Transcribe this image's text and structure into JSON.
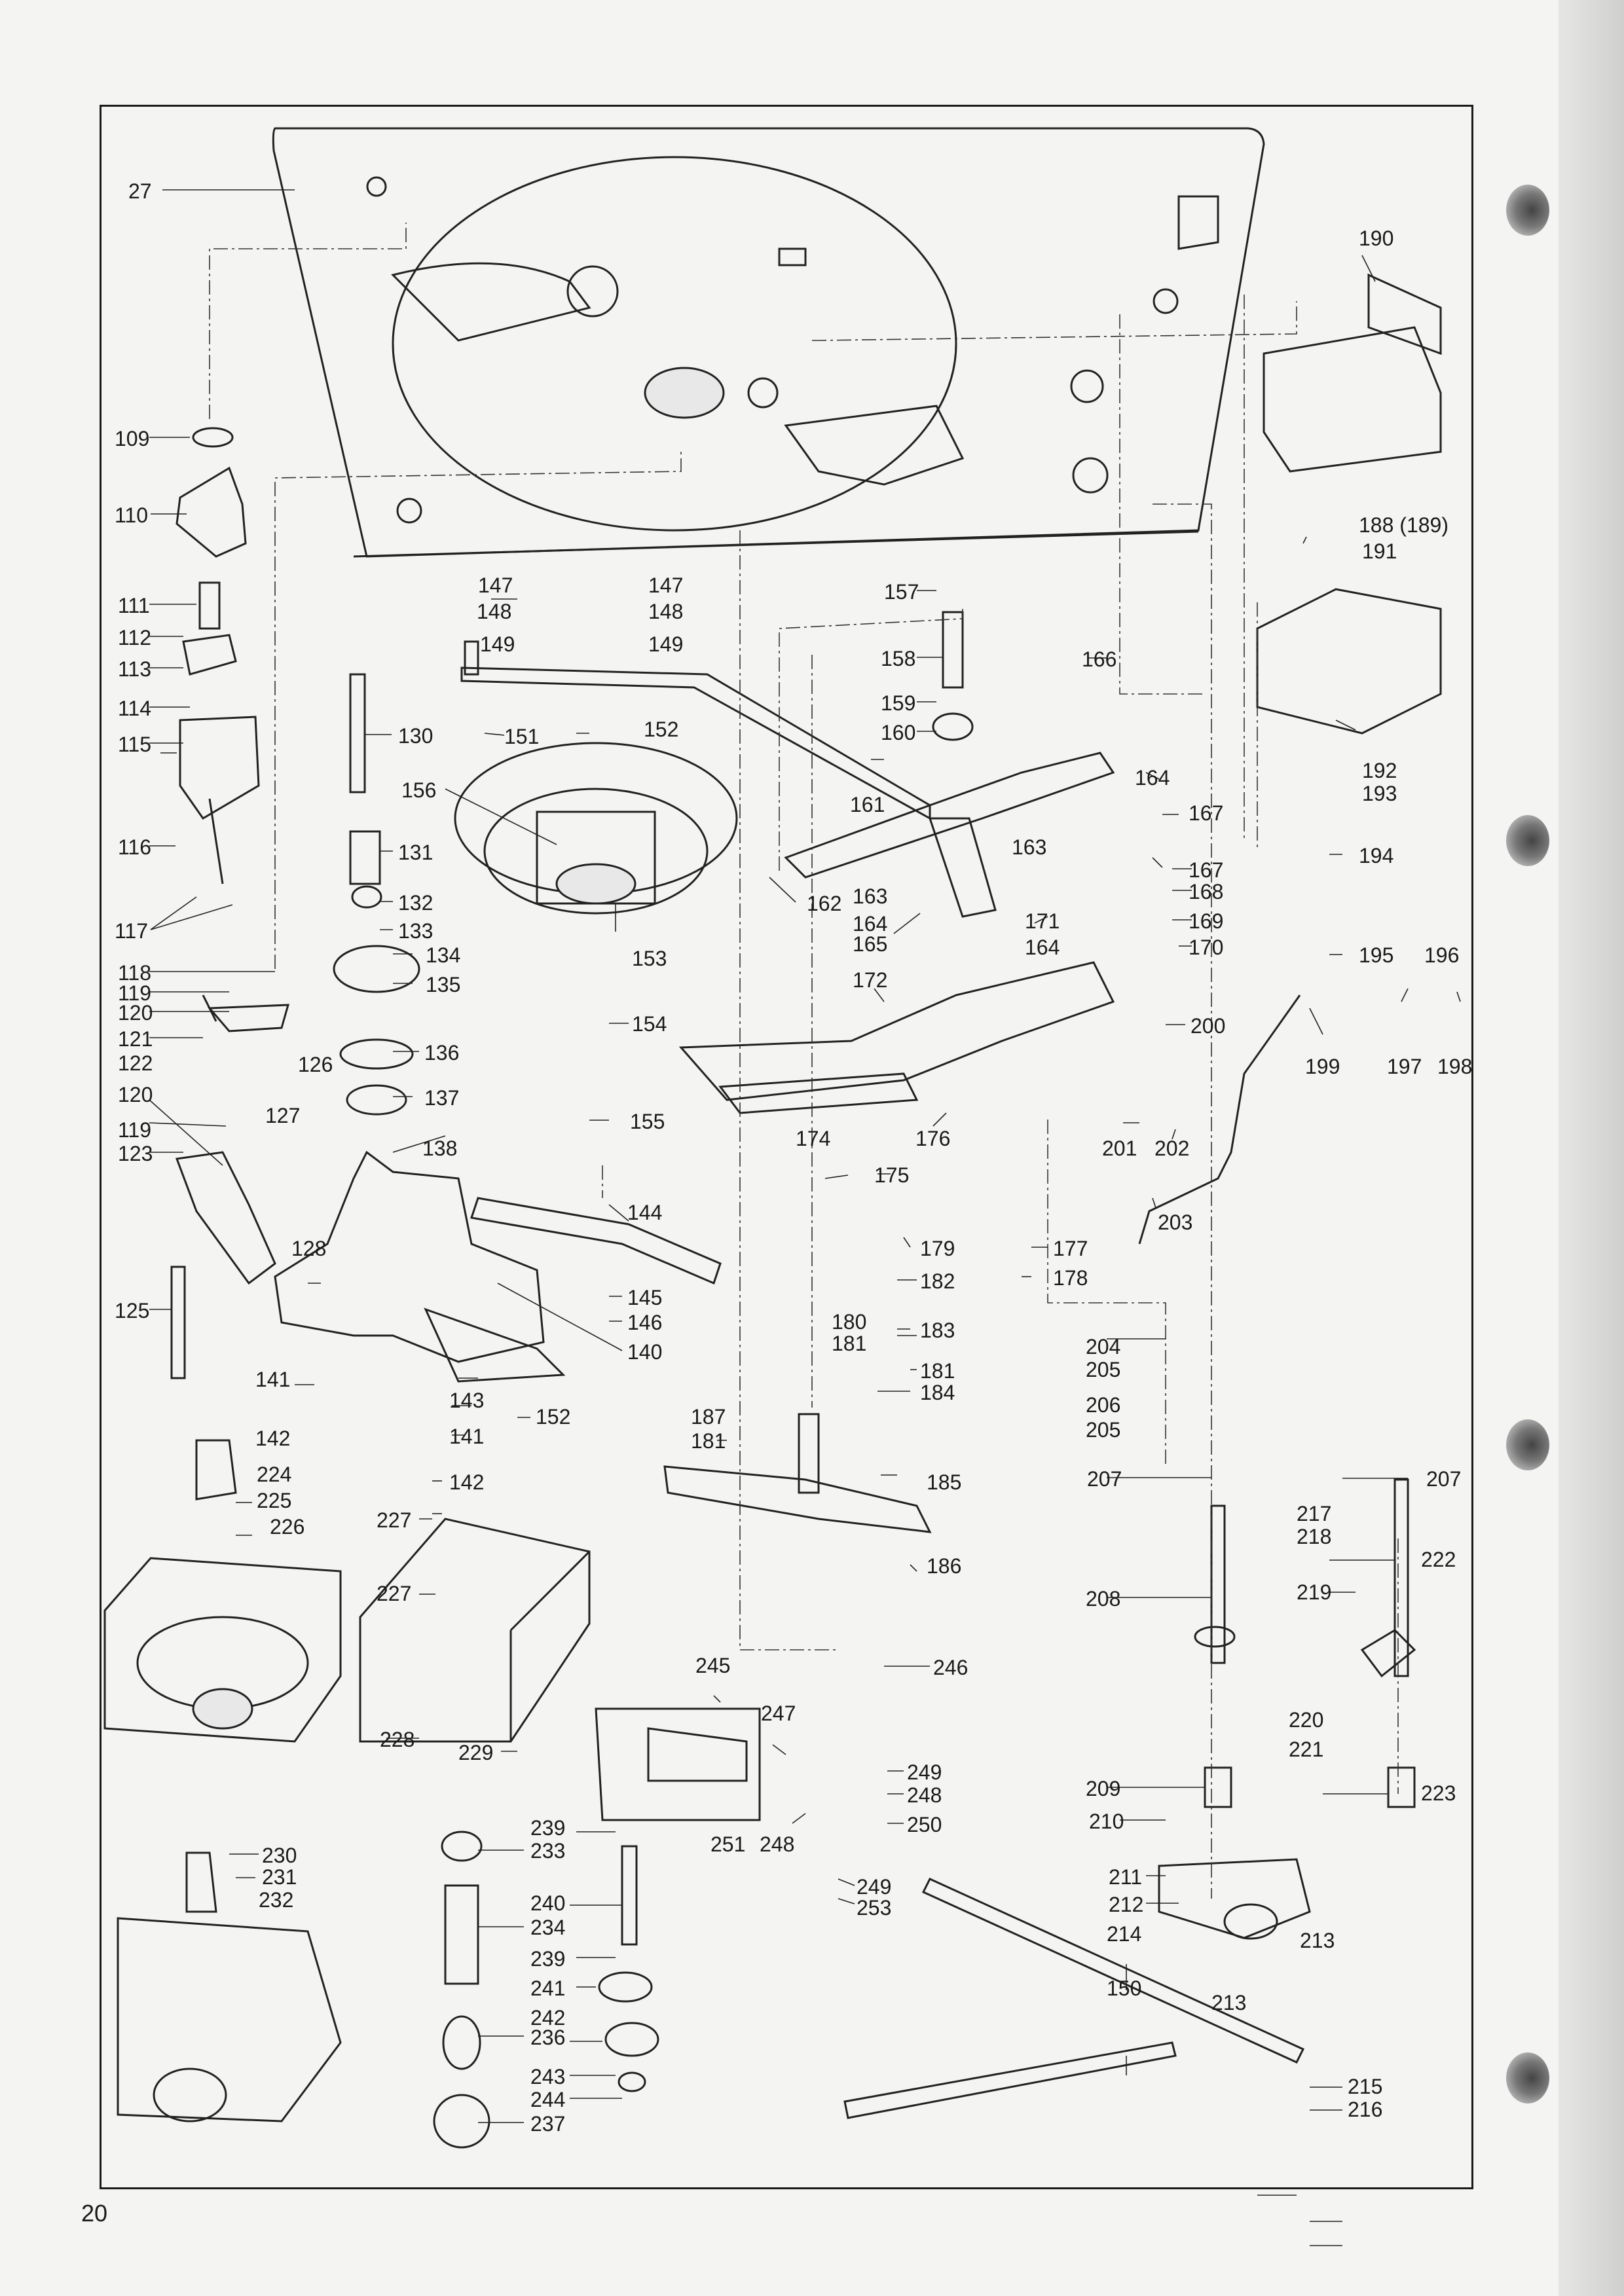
{
  "page_number": "20",
  "labels": [
    "27",
    "109",
    "110",
    "111",
    "112",
    "113",
    "114",
    "115",
    "116",
    "117",
    "118",
    "119",
    "120",
    "121",
    "122",
    "120",
    "119",
    "123",
    "125",
    "126",
    "127",
    "128",
    "130",
    "131",
    "132",
    "133",
    "134",
    "135",
    "136",
    "137",
    "138",
    "140",
    "141",
    "141",
    "142",
    "142",
    "143",
    "144",
    "145",
    "146",
    "147",
    "147",
    "148",
    "148",
    "149",
    "149",
    "150",
    "151",
    "152",
    "152",
    "153",
    "154",
    "155",
    "156",
    "157",
    "158",
    "159",
    "160",
    "161",
    "162",
    "163",
    "163",
    "164",
    "164",
    "164",
    "165",
    "166",
    "167",
    "167",
    "168",
    "169",
    "170",
    "171",
    "172",
    "174",
    "175",
    "176",
    "177",
    "178",
    "179",
    "180",
    "181",
    "181",
    "181",
    "182",
    "183",
    "184",
    "185",
    "186",
    "187",
    "188 (189)",
    "190",
    "191",
    "192",
    "193",
    "194",
    "195",
    "196",
    "197",
    "198",
    "199",
    "200",
    "201",
    "202",
    "203",
    "204",
    "205",
    "205",
    "206",
    "207",
    "207",
    "208",
    "209",
    "210",
    "211",
    "212",
    "213",
    "213",
    "214",
    "215",
    "216",
    "217",
    "218",
    "219",
    "220",
    "221",
    "222",
    "223",
    "224",
    "225",
    "226",
    "227",
    "227",
    "228",
    "229",
    "230",
    "231",
    "232",
    "233",
    "234",
    "236",
    "237",
    "239",
    "239",
    "240",
    "241",
    "242",
    "243",
    "244",
    "245",
    "246",
    "247",
    "248",
    "248",
    "249",
    "249",
    "250",
    "251",
    "253"
  ]
}
